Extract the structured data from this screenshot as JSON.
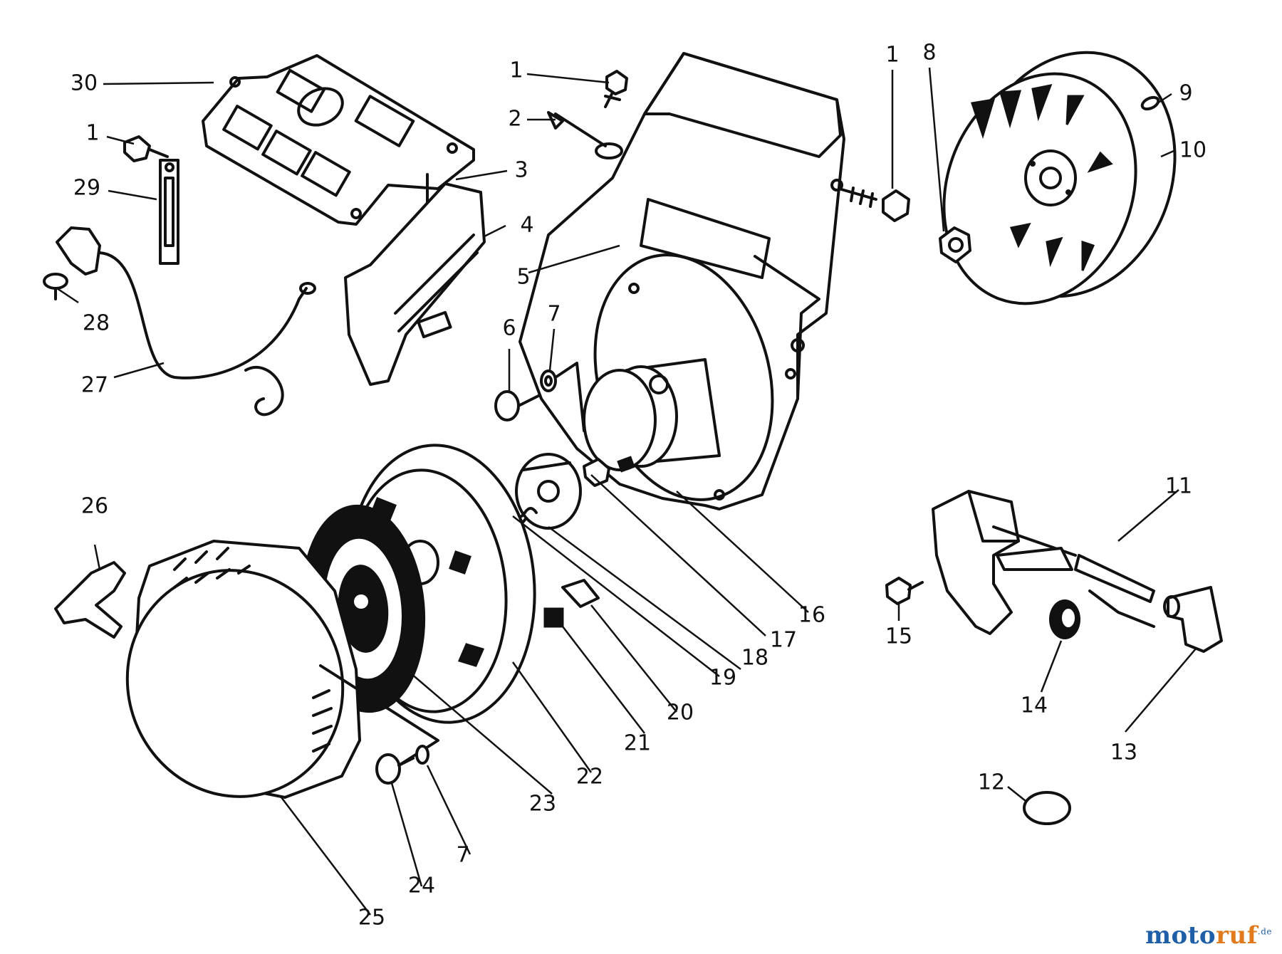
{
  "diagram": {
    "callouts": {
      "p1a": "1",
      "p1b": "1",
      "p1c": "1",
      "p2": "2",
      "p3": "3",
      "p4": "4",
      "p5": "5",
      "p6": "6",
      "p7a": "7",
      "p7b": "7",
      "p8": "8",
      "p9": "9",
      "p10": "10",
      "p11": "11",
      "p12": "12",
      "p13": "13",
      "p14": "14",
      "p15": "15",
      "p16": "16",
      "p17": "17",
      "p18": "18",
      "p19": "19",
      "p20": "20",
      "p21": "21",
      "p22": "22",
      "p23": "23",
      "p24": "24",
      "p25": "25",
      "p26": "26",
      "p27": "27",
      "p28": "28",
      "p29": "29",
      "p30": "30"
    }
  },
  "watermark": {
    "text_a": "moto",
    "text_b": "ruf",
    "suffix": ".de",
    "color_a": "#1f5fa8",
    "color_b": "#e07a1c"
  }
}
